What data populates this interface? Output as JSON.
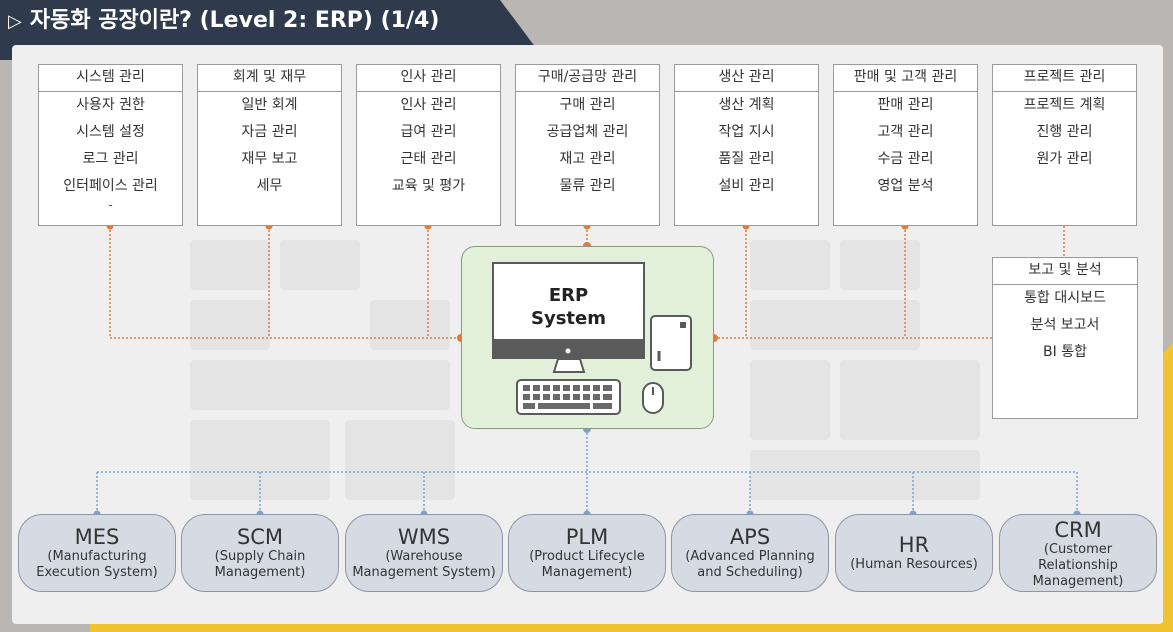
{
  "title": "자동화 공장이란? (Level 2: ERP) (1/4)",
  "title_icon": "play-outline-icon",
  "modules": [
    {
      "header": "시스템 관리",
      "items": [
        "사용자 권한",
        "시스템 설정",
        "로그 관리",
        "인터페이스 관리"
      ],
      "ellipsis": "-"
    },
    {
      "header": "회계 및 재무",
      "items": [
        "일반 회계",
        "자금 관리",
        "재무 보고",
        "세무"
      ]
    },
    {
      "header": "인사 관리",
      "items": [
        "인사 관리",
        "급여 관리",
        "근태 관리",
        "교육 및 평가"
      ]
    },
    {
      "header": "구매/공급망 관리",
      "items": [
        "구매 관리",
        "공급업체 관리",
        "재고 관리",
        "물류 관리"
      ]
    },
    {
      "header": "생산 관리",
      "items": [
        "생산 계획",
        "작업 지시",
        "품질 관리",
        "설비 관리"
      ]
    },
    {
      "header": "판매 및 고객 관리",
      "items": [
        "판매 관리",
        "고객 관리",
        "수금 관리",
        "영업 분석"
      ]
    },
    {
      "header": "프로젝트 관리",
      "items": [
        "프로젝트 계획",
        "진행 관리",
        "원가 관리"
      ]
    }
  ],
  "report": {
    "header": "보고 및 분석",
    "items": [
      "통합 대시보드",
      "분석 보고서",
      "BI 통합"
    ]
  },
  "erp": {
    "label_line1": "ERP",
    "label_line2": "System"
  },
  "systems": [
    {
      "name": "MES",
      "desc": "(Manufacturing Execution System)"
    },
    {
      "name": "SCM",
      "desc": "(Supply Chain Management)"
    },
    {
      "name": "WMS",
      "desc": "(Warehouse Management System)"
    },
    {
      "name": "PLM",
      "desc": "(Product Lifecycle Management)"
    },
    {
      "name": "APS",
      "desc": "(Advanced Planning and Scheduling)"
    },
    {
      "name": "HR",
      "desc": "(Human Resources)"
    },
    {
      "name": "CRM",
      "desc": "(Customer Relationship Management)"
    }
  ],
  "colors": {
    "module_connector": "#e07b39",
    "system_connector": "#7fa0d4",
    "erp_fill": "#e2f0d9",
    "system_fill": "#d5dae3",
    "title_bar": "#2f3a4c"
  }
}
